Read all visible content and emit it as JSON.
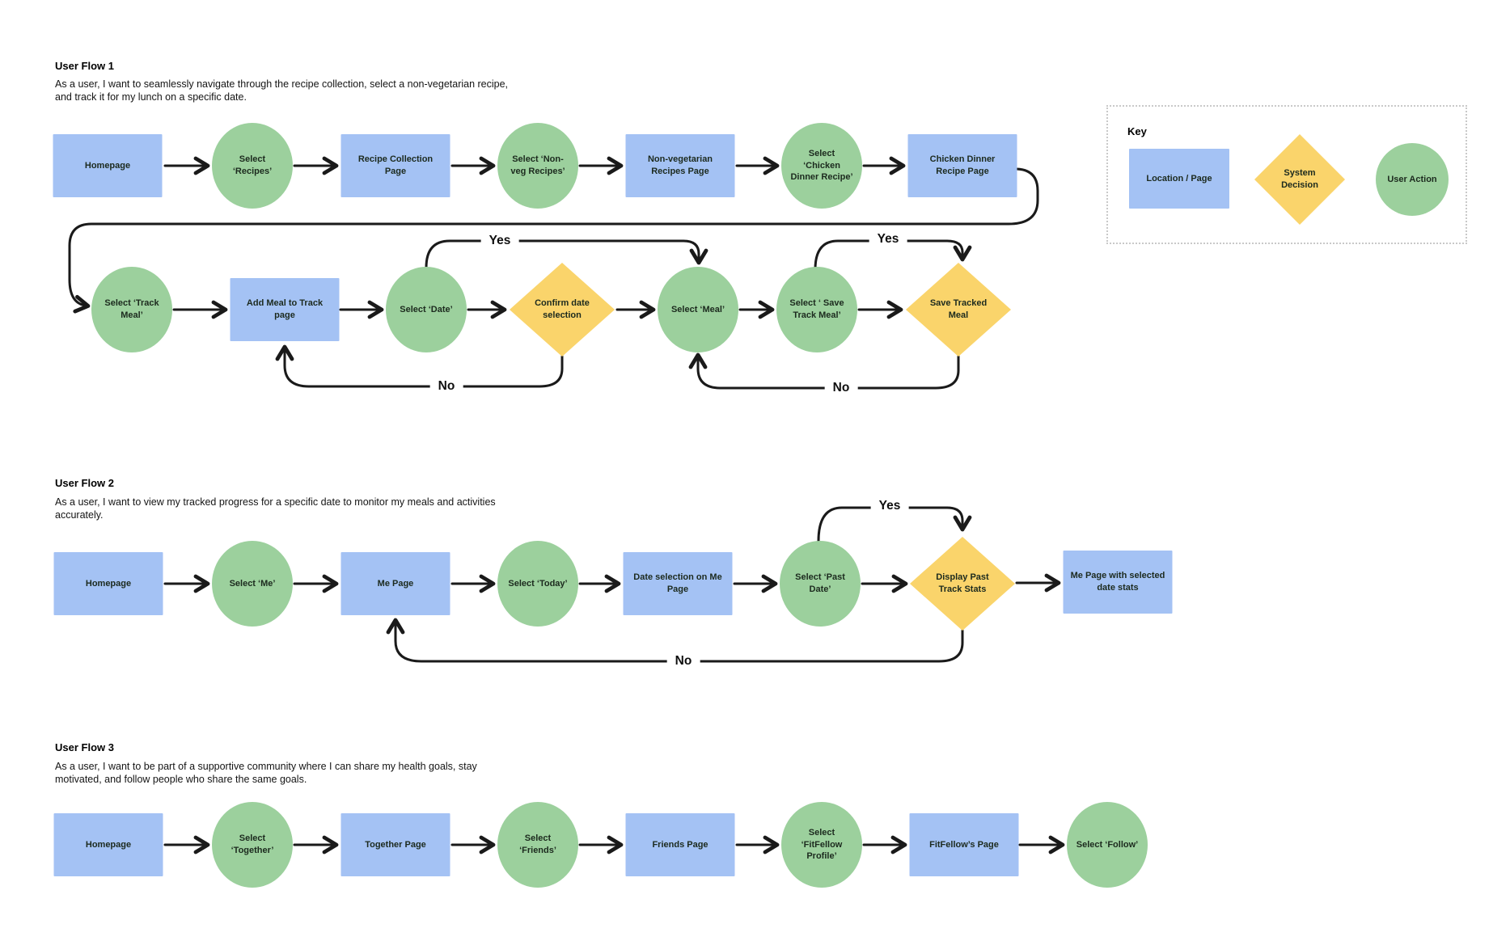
{
  "colors": {
    "location_page_fill": "#a4c2f4",
    "user_action_fill": "#9cd09d",
    "system_decision_fill": "#fad46b",
    "line": "#1a1a1a",
    "key_border": "#c9c9c9"
  },
  "key": {
    "title": "Key",
    "location_page_label": "Location / Page",
    "system_decision_label": "System Decision",
    "user_action_label": "User Action"
  },
  "flows": {
    "flow1": {
      "title": "User Flow 1",
      "description": "As a user, I want to seamlessly navigate through the recipe collection, select a non-vegetarian  recipe,\nand track it for my lunch on a specific date.",
      "nodes": {
        "homepage": "Homepage",
        "select_recipes": "Select ‘Recipes’",
        "recipe_collection_page": "Recipe Collection Page",
        "select_non_veg_recipes": "Select ‘Non-veg Recipes’",
        "non_veg_recipes_page": "Non-vegetarian Recipes Page",
        "select_chicken_dinner_recipe": "Select ‘Chicken Dinner Recipe’",
        "chicken_dinner_recipe_page": "Chicken Dinner Recipe Page",
        "select_track_meal": "Select ‘Track Meal’",
        "add_meal_to_track_page": "Add Meal to Track page",
        "select_date": "Select ‘Date’",
        "confirm_date_selection": "Confirm date selection",
        "select_meal": "Select ‘Meal’",
        "select_save_track_meal": "Select ‘ Save Track Meal’",
        "save_tracked_meal": "Save Tracked Meal"
      },
      "labels": {
        "yes": "Yes",
        "no": "No"
      }
    },
    "flow2": {
      "title": "User Flow 2",
      "description": "As a user, I want to view my tracked progress for a specific date to monitor my meals and activities\naccurately.",
      "nodes": {
        "homepage": "Homepage",
        "select_me": "Select ‘Me’",
        "me_page": "Me Page",
        "select_today": "Select ‘Today’",
        "date_selection_on_me_page": "Date selection on Me Page",
        "select_past_date": "Select ‘Past Date’",
        "display_past_track_stats": "Display Past Track Stats",
        "me_page_with_selected_date_stats": "Me Page with selected date stats"
      },
      "labels": {
        "yes": "Yes",
        "no": "No"
      }
    },
    "flow3": {
      "title": "User Flow 3",
      "description": "As a user, I want to be part of a supportive community where I can share my health goals, stay\nmotivated, and follow people who share the same goals.",
      "nodes": {
        "homepage": "Homepage",
        "select_together": "Select ‘Together’",
        "together_page": "Together Page",
        "select_friends": "Select ‘Friends’",
        "friends_page": "Friends Page",
        "select_fitfellow_profile": "Select ‘FitFellow Profile’",
        "fitfellows_page": "FitFellow’s Page",
        "select_follow": "Select ‘Follow’"
      }
    }
  }
}
